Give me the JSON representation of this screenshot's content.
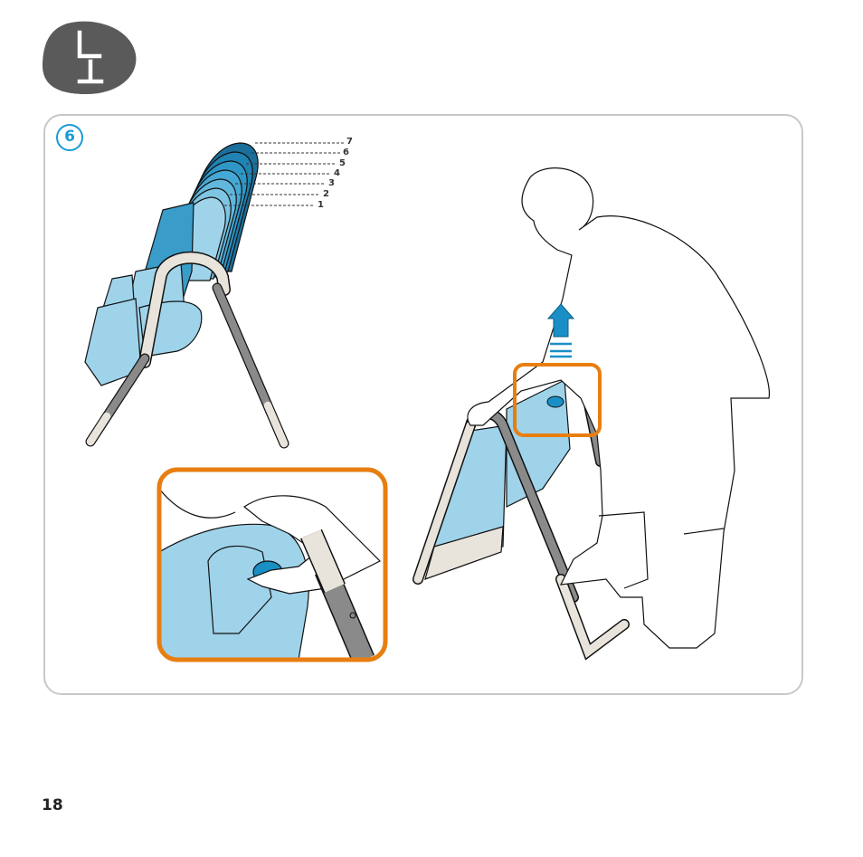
{
  "header": {
    "icon": "highchair-icon",
    "icon_color": "#5a5a5a"
  },
  "step": {
    "number": "6",
    "color": "#1a9bd7"
  },
  "recline_levels": [
    "7",
    "6",
    "5",
    "4",
    "3",
    "2",
    "1"
  ],
  "colors": {
    "seat_blue": "#9fd3ea",
    "accent_orange": "#e87e10",
    "frame": "#e8e4dc",
    "leg": "#8a8a8a"
  },
  "page": {
    "number": "18"
  }
}
